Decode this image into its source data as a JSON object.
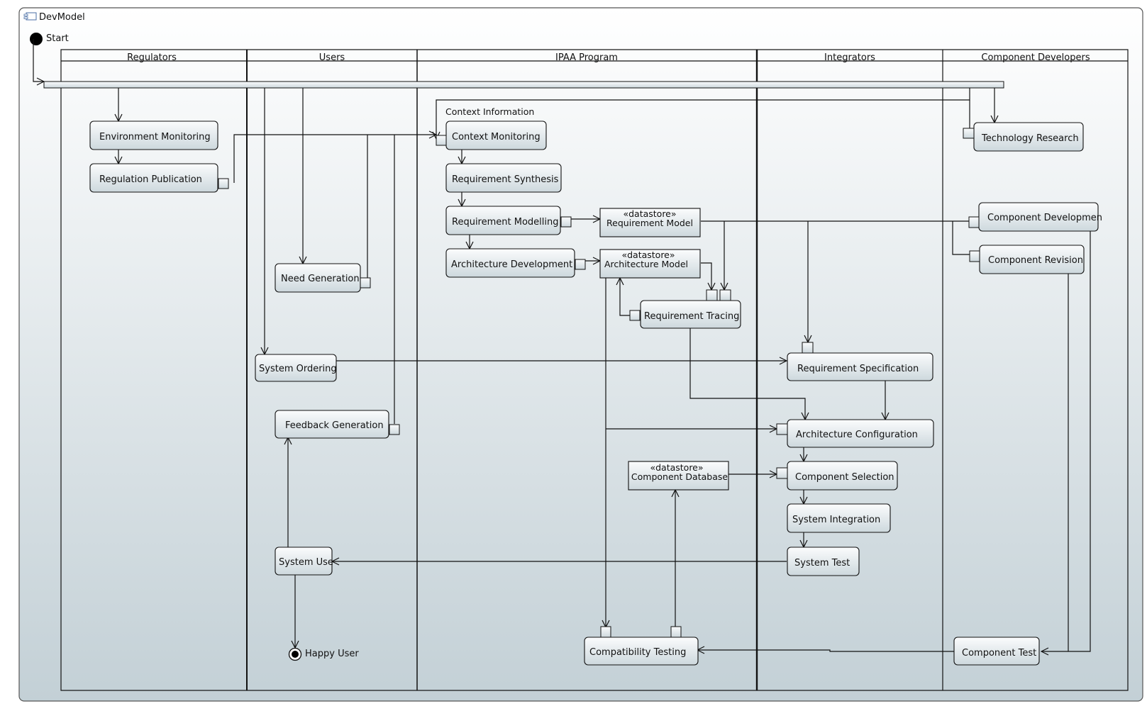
{
  "model": {
    "title": "DevModel"
  },
  "lanes": [
    "Regulators",
    "Users",
    "IPAA Program",
    "Integrators",
    "Component Developers"
  ],
  "start": {
    "label": "Start"
  },
  "final": {
    "label": "Happy User"
  },
  "group": {
    "label": "Context Information"
  },
  "actions": {
    "environment_monitoring": "Environment Monitoring",
    "regulation_publication": "Regulation Publication",
    "need_generation": "Need Generation",
    "system_ordering": "System Ordering",
    "feedback_generation": "Feedback Generation",
    "system_use": "System Use",
    "context_monitoring": "Context Monitoring",
    "requirement_synthesis": "Requirement Synthesis",
    "requirement_modelling": "Requirement Modelling",
    "architecture_development": "Architecture Development",
    "requirement_tracing": "Requirement Tracing",
    "compatibility_testing": "Compatibility Testing",
    "requirement_specification": "Requirement Specification",
    "architecture_configuration": "Architecture Configuration",
    "component_selection": "Component Selection",
    "system_integration": "System Integration",
    "system_test": "System Test",
    "technology_research": "Technology Research",
    "component_development": "Component Developmen",
    "component_revision": "Component Revision",
    "component_test": "Component Test"
  },
  "datastores": {
    "stereotype": "«datastore»",
    "requirement_model": "Requirement Model",
    "architecture_model": "Architecture Model",
    "component_database": "Component Database"
  }
}
